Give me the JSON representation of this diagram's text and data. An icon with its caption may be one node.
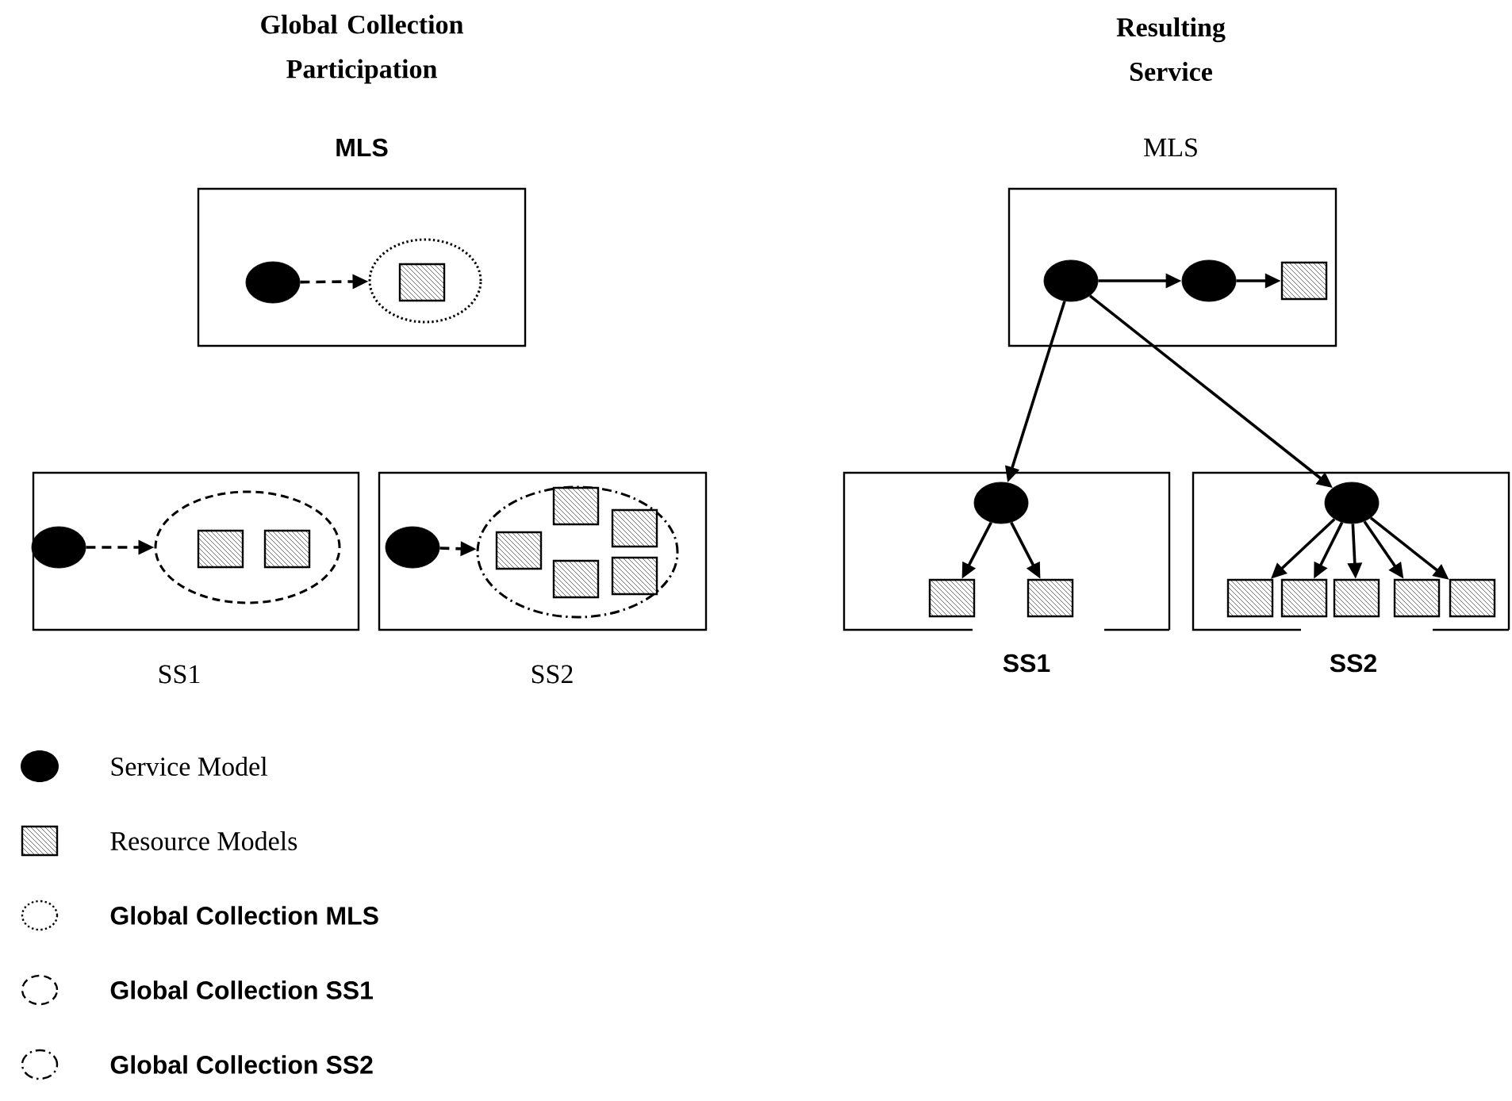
{
  "diagram": {
    "nodes": [
      {
        "text": [
          "MLS"
        ]
      },
      {
        "text": [],
        "shape": "circle",
        "in": 0
      },
      {
        "text": [],
        "shape": "ellipse",
        "in": 0
      },
      {
        "text": [],
        "shape": "box",
        "in": 2
      },
      {
        "text": [
          "SS1"
        ]
      },
      {
        "text": [],
        "shape": "circle",
        "in": 4
      },
      {
        "text": [],
        "shape": "ellipse",
        "in": 4
      },
      {
        "text": [],
        "shape": "box",
        "in": 6
      },
      {
        "text": [],
        "shape": "box",
        "in": 6
      },
      {
        "text": [
          "SS2"
        ]
      },
      {
        "text": [],
        "shape": "circle",
        "in": 9
      },
      {
        "text": [],
        "shape": "ellipse",
        "in": 9
      },
      {
        "text": [],
        "shape": "box",
        "in": 11
      },
      {
        "text": [],
        "shape": "box",
        "in": 11
      },
      {
        "text": [],
        "shape": "box",
        "in": 11
      },
      {
        "text": [],
        "shape": "box",
        "in": 11
      },
      {
        "text": [],
        "shape": "box",
        "in": 11
      },
      {
        "text": [
          "MLS"
        ]
      },
      {
        "text": [],
        "shape": "circle",
        "in": 17
      },
      {
        "text": [],
        "shape": "circle",
        "in": 17
      },
      {
        "text": [],
        "shape": "box",
        "in": 17
      },
      {
        "text": [
          "SS1"
        ]
      },
      {
        "text": [],
        "shape": "circle",
        "in": 21
      },
      {
        "text": [],
        "shape": "box",
        "in": 21
      },
      {
        "text": [],
        "shape": "box",
        "in": 21
      },
      {
        "text": [
          "SS2"
        ]
      },
      {
        "text": [],
        "shape": "circle",
        "in": 25
      },
      {
        "text": [],
        "shape": "box",
        "in": 25
      },
      {
        "text": [],
        "shape": "box",
        "in": 25
      },
      {
        "text": [],
        "shape": "box",
        "in": 25
      },
      {
        "text": [],
        "shape": "box",
        "in": 25
      },
      {
        "text": [],
        "shape": "box",
        "in": 25
      }
    ],
    "edges": [
      {
        "from": 1,
        "to": 2,
        "arrow": "to",
        "style": "dashed"
      },
      {
        "from": 5,
        "to": 6,
        "arrow": "to",
        "style": "dashed"
      },
      {
        "from": 10,
        "to": 11,
        "arrow": "to",
        "style": "dashed"
      },
      {
        "from": 18,
        "to": 19,
        "arrow": "to"
      },
      {
        "from": 19,
        "to": 20,
        "arrow": "to"
      },
      {
        "from": 18,
        "to": 22,
        "arrow": "to"
      },
      {
        "from": 18,
        "to": 26,
        "arrow": "to"
      },
      {
        "from": 22,
        "to": 23,
        "arrow": "to"
      },
      {
        "from": 22,
        "to": 24,
        "arrow": "to"
      },
      {
        "from": 26,
        "to": 27,
        "arrow": "to"
      },
      {
        "from": 26,
        "to": 28,
        "arrow": "to"
      },
      {
        "from": 26,
        "to": 29,
        "arrow": "to"
      },
      {
        "from": 26,
        "to": 30,
        "arrow": "to"
      },
      {
        "from": 26,
        "to": 31,
        "arrow": "to"
      }
    ],
    "labels": [
      "Global Collection Participation",
      "Resulting Service"
    ],
    "legend": [
      {
        "text": "Service Model"
      },
      {
        "text": "Resource Models"
      },
      {
        "text": "Global Collection MLS"
      },
      {
        "text": "Global Collection SS1"
      },
      {
        "text": "Global Collection SS2"
      }
    ]
  }
}
